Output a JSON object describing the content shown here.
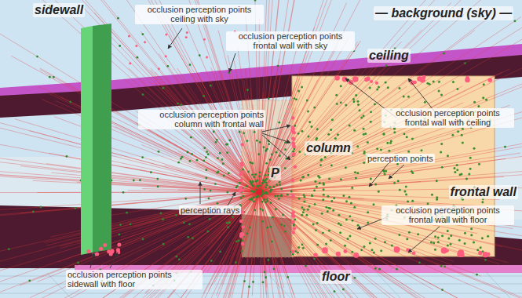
{
  "diagram": {
    "labels": [
      "sidewall",
      "occlusion perception points ceiling with sky",
      "occlusion perception points frontal wall with sky",
      "— background (sky) —",
      "ceiling",
      "occlusion perception points column with frontal wall",
      "occlusion perception points frontal wall with ceiling",
      "column",
      "P",
      "perception points",
      "frontal wall",
      "perception rays",
      "occlusion perception points frontal wall with floor",
      "occlusion perception points sidewall with floor",
      "floor"
    ]
  }
}
